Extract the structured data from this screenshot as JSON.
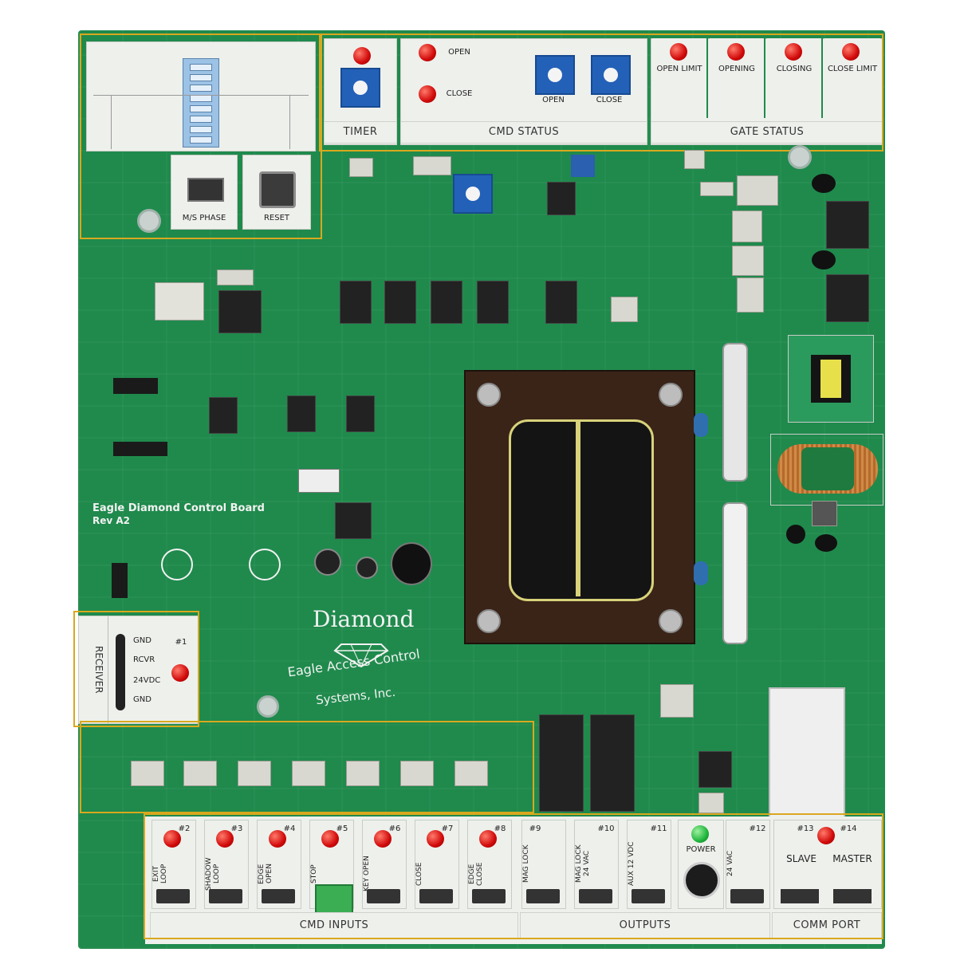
{
  "sections": {
    "timer": "TIMER",
    "cmd_status": "CMD STATUS",
    "gate_status": "GATE STATUS",
    "inputs": "CMD INPUTS",
    "outputs": "OUTPUTS",
    "comm_port": "COMM PORT",
    "receiver": "RECEIVER"
  },
  "cmd_status_leds": [
    "OPEN",
    "CLOSE"
  ],
  "cmd_status_pots": [
    "OPEN",
    "CLOSE"
  ],
  "gate_status_leds": [
    "OPEN LIMIT",
    "OPENING",
    "CLOSING",
    "CLOSE LIMIT"
  ],
  "switches": {
    "mode": "M/S PHASE",
    "reset": "RESET"
  },
  "receiver_pins": [
    "GND",
    "RCVR",
    "24VDC",
    "GND"
  ],
  "receiver_led": "#1",
  "board_text": {
    "title_line1": "Eagle Diamond Control Board",
    "title_line2": "Rev A2",
    "brand": "Diamond",
    "company_line1": "Eagle Access Control",
    "company_line2": "Systems, Inc."
  },
  "input_terminals": [
    {
      "num": "#2",
      "label": "EXIT LOOP"
    },
    {
      "num": "#3",
      "label": "SHADOW LOOP"
    },
    {
      "num": "#4",
      "label": "EDGE OPEN"
    },
    {
      "num": "#5",
      "label": "STOP"
    },
    {
      "num": "#6",
      "label": "KEY OPEN"
    },
    {
      "num": "#7",
      "label": "CLOSE"
    },
    {
      "num": "#8",
      "label": "EDGE CLOSE"
    }
  ],
  "output_terminals": [
    {
      "num": "#9",
      "label": "MAG LOCK"
    },
    {
      "num": "#10",
      "label": "MAG LOCK 24 VAC"
    },
    {
      "num": "#11",
      "label": "AUX 12 VDC"
    },
    {
      "num": "#12",
      "label": "24 VAC"
    }
  ],
  "output_led": "POWER",
  "comm_terminals": [
    {
      "num": "#13",
      "label": "SLAVE"
    },
    {
      "num": "#14",
      "label": "MASTER"
    }
  ],
  "colors": {
    "board": "#1f8a4c",
    "led_red": "#d10a0a",
    "led_green": "#1fb63c",
    "highlight": "#d9a81e",
    "pot_blue": "#2361b8"
  }
}
